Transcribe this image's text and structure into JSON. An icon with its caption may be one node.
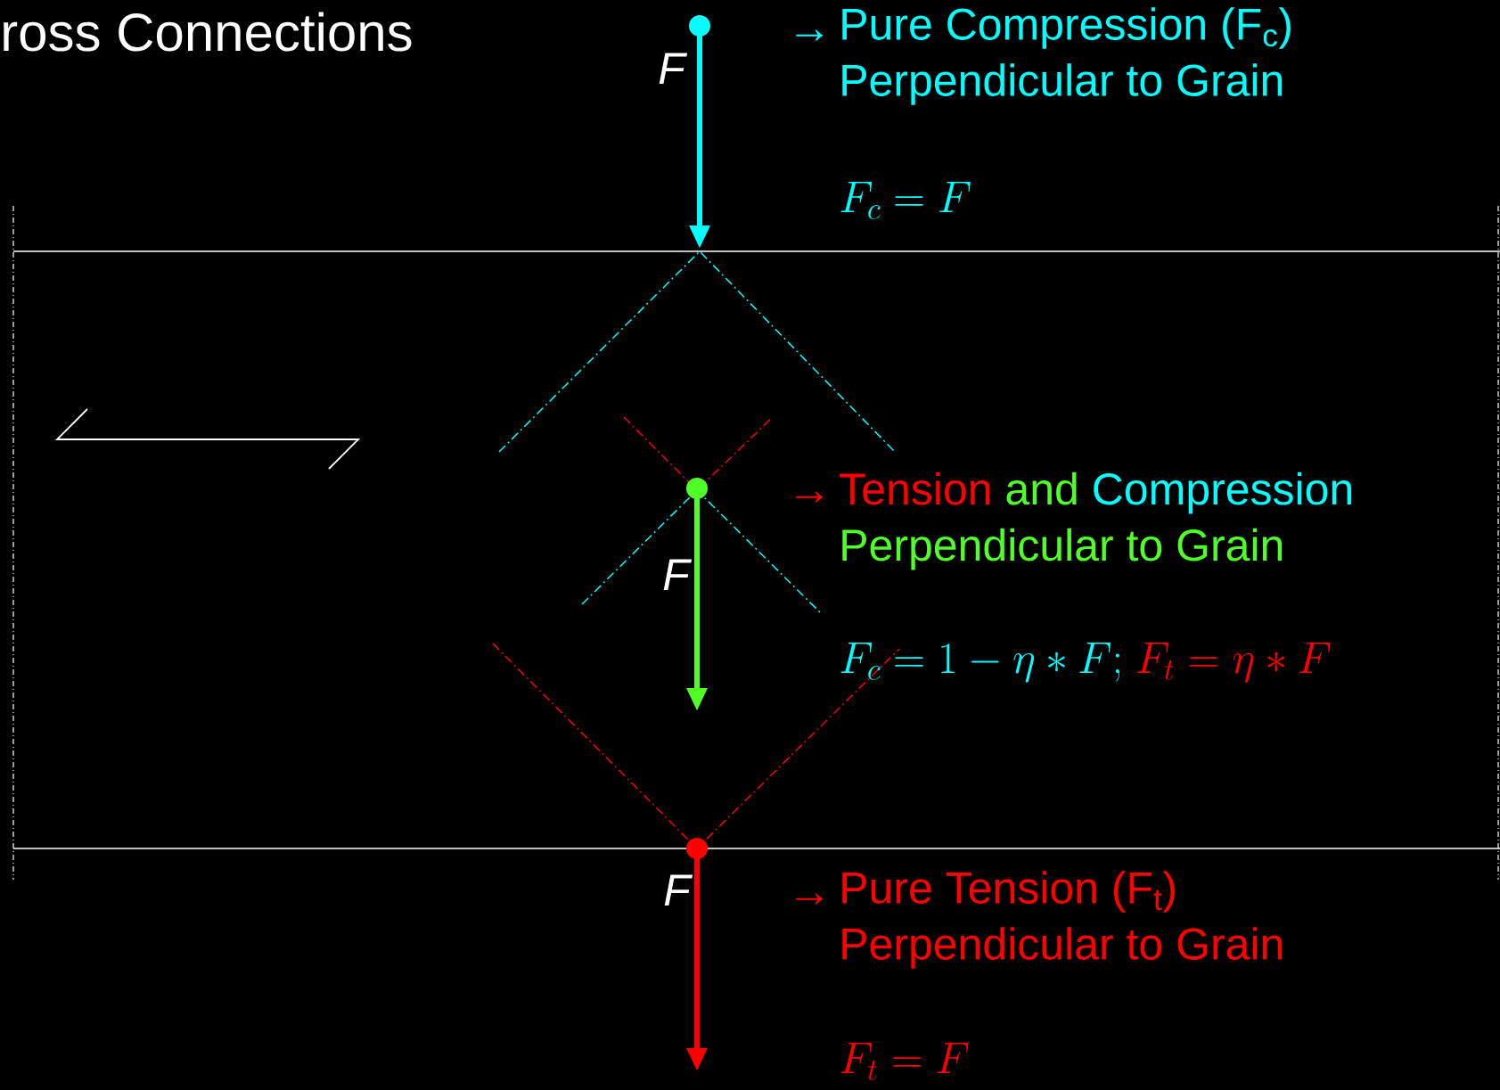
{
  "diagram": {
    "title": "ross Connections",
    "labels": [
      "F",
      "→",
      "Pure Compression (F$_{c}$) Perpendicular to Grain",
      "F_c = F",
      "F",
      "→",
      "Tension",
      "and",
      "Compression",
      "Perpendicular to Grain",
      "F_c = 1-\\eta * F;",
      "F_t = \\eta * F",
      "F",
      "→",
      "Pure Tension (F$_{t}$) Perpendicular to Grain",
      "F_t = F"
    ]
  }
}
